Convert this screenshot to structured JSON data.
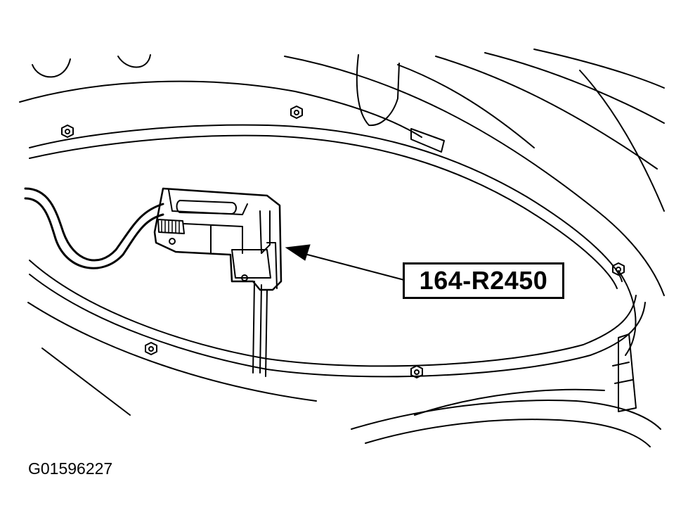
{
  "callout": {
    "part_number": "164-R2450"
  },
  "figure": {
    "id": "G01596227"
  },
  "colors": {
    "ink": "#000000",
    "paper": "#ffffff"
  },
  "icons": [
    "trunk-lid-inner-panel",
    "latch-actuator",
    "wire-harness",
    "hex-nut",
    "pointer-arrow"
  ]
}
